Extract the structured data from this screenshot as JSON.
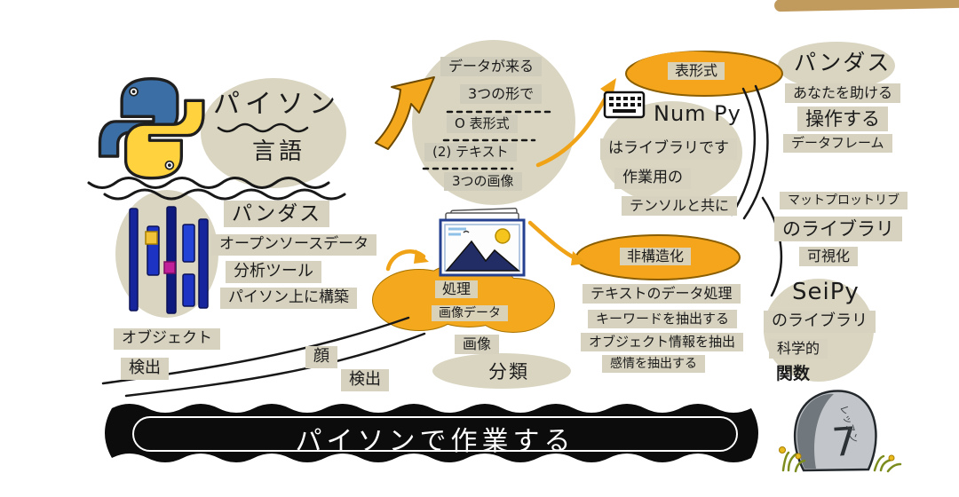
{
  "colors": {
    "highlight_beige": "#d6d2bf",
    "blob_beige": "#d9d5c1",
    "accent_orange": "#f4a81d",
    "banner_black": "#0c0c0c",
    "python_blue": "#3a6ea5",
    "python_yellow": "#ffd23e",
    "bar_blue": "#1c33c4",
    "magenta": "#c21f9b",
    "stone_gray": "#c2c6ca"
  },
  "python": {
    "title": "パイソン",
    "subtitle": "言語"
  },
  "pandas_left": {
    "title": "パンダス",
    "lines": [
      "オープンソースデータ",
      "分析ツール",
      "パイソン上に構築"
    ]
  },
  "detection": {
    "object_line1": "オブジェクト",
    "object_line2": "検出",
    "face_line1": "顔",
    "face_line2": "検出"
  },
  "data_forms": {
    "heading1": "データが来る",
    "heading2": "3つの形で",
    "items": [
      "O 表形式",
      "(2) テキスト",
      "3つの画像"
    ]
  },
  "processing": {
    "blob_line1": "処理",
    "blob_line2": "画像データ",
    "image_label": "画像",
    "classification_label": "分類"
  },
  "numpy": {
    "title": "Num Py",
    "lines": [
      "はライブラリです",
      "作業用の",
      "テンソルと共に"
    ]
  },
  "tabular": {
    "label": "表形式"
  },
  "pandas_right": {
    "title": "パンダス",
    "lines": [
      "あなたを助ける",
      "操作する",
      "データフレーム"
    ]
  },
  "matplotlib": {
    "title": "マットプロットリブ",
    "lines": [
      "のライブラリ",
      "可視化"
    ]
  },
  "unstructured": {
    "label": "非構造化",
    "lines": [
      "テキストのデータ処理",
      "キーワードを抽出する",
      "オブジェクト情報を抽出",
      "感情を抽出する"
    ]
  },
  "scipy": {
    "title": "SeiPy",
    "lines": [
      "のライブラリ",
      "科学的",
      "関数"
    ]
  },
  "banner": {
    "title": "パイソンで作業する"
  },
  "lesson": {
    "label": "レッスン",
    "number": "7"
  },
  "icons": {
    "python_logo": "python-logo-icon",
    "bar_chart": "bar-chart-icon",
    "keyboard": "keyboard-icon",
    "photo": "photo-icon",
    "big_arrow": "curved-arrow-icon",
    "stone": "lesson-stone-icon",
    "grass": "grass-icon",
    "scribble": "scribble-decoration"
  }
}
